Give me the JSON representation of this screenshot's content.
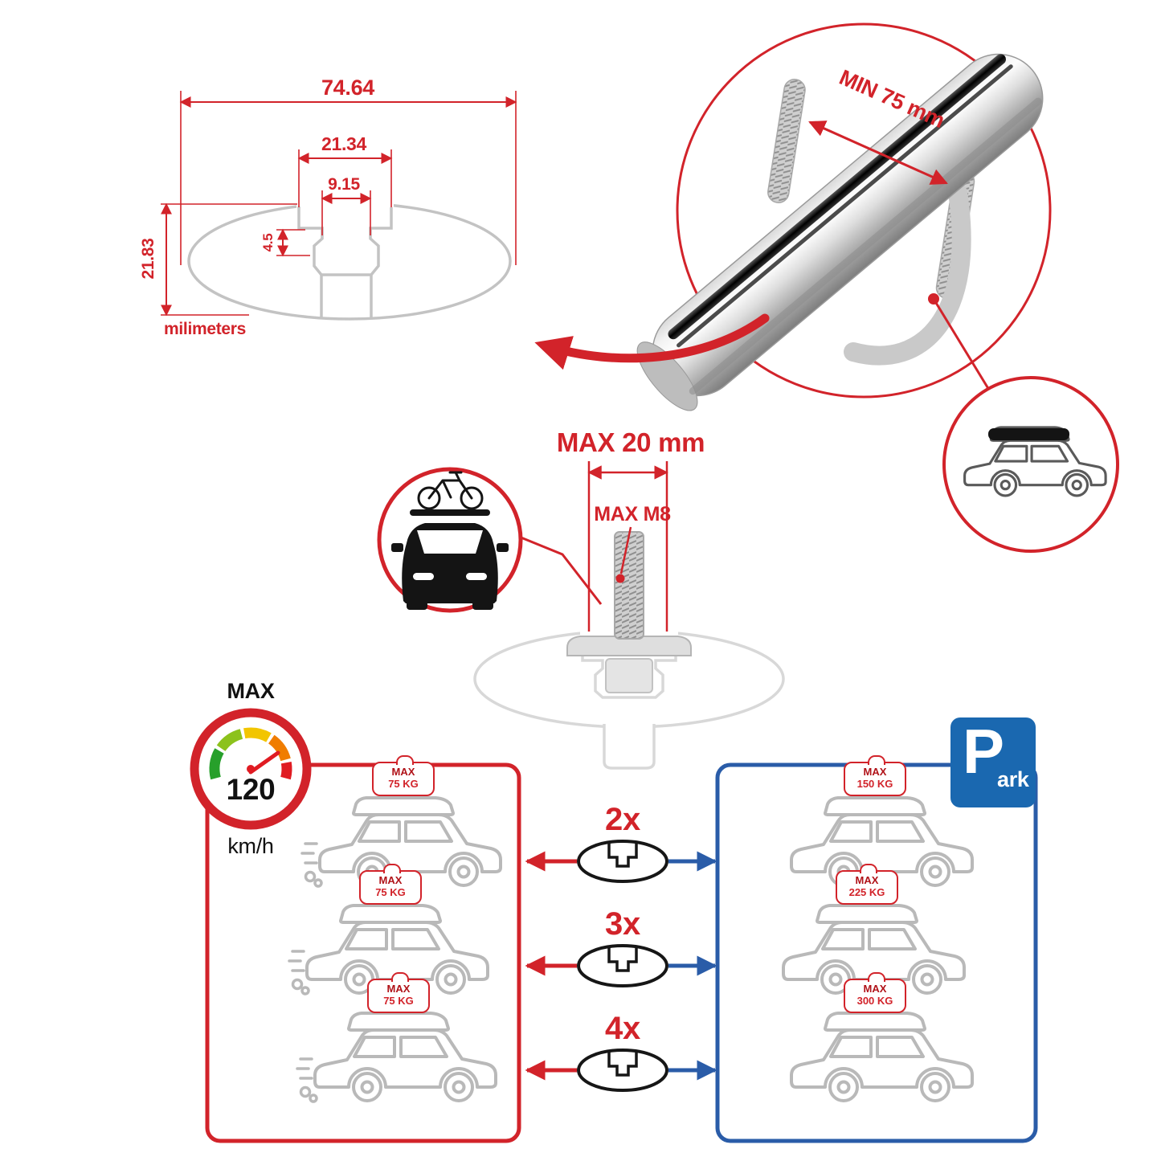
{
  "colors": {
    "red": "#d2232a",
    "blue": "#2a5ca8",
    "sign_blue": "#1a68b0",
    "gray_line": "#c3c3c3",
    "car_gray": "#b9b9b9"
  },
  "tech_drawing": {
    "width": "74.64",
    "channel": "21.34",
    "slot": "9.15",
    "step": "4.5",
    "height": "21.83",
    "units": "milimeters"
  },
  "clamp": {
    "min_label": "MIN 75 mm"
  },
  "bolt": {
    "max_width": "MAX 20 mm",
    "max_thread": "MAX M8"
  },
  "speed": {
    "max": "MAX",
    "value": "120",
    "unit": "km/h"
  },
  "parking": {
    "p": "P",
    "ark": "ark"
  },
  "left_panel": {
    "tags": [
      {
        "max": "MAX",
        "weight": "75 KG"
      },
      {
        "max": "MAX",
        "weight": "75 KG"
      },
      {
        "max": "MAX",
        "weight": "75 KG"
      }
    ]
  },
  "right_panel": {
    "tags": [
      {
        "max": "MAX",
        "weight": "150 KG"
      },
      {
        "max": "MAX",
        "weight": "225 KG"
      },
      {
        "max": "MAX",
        "weight": "300 KG"
      }
    ]
  },
  "multipliers": [
    {
      "label": "2x"
    },
    {
      "label": "3x"
    },
    {
      "label": "4x"
    }
  ]
}
